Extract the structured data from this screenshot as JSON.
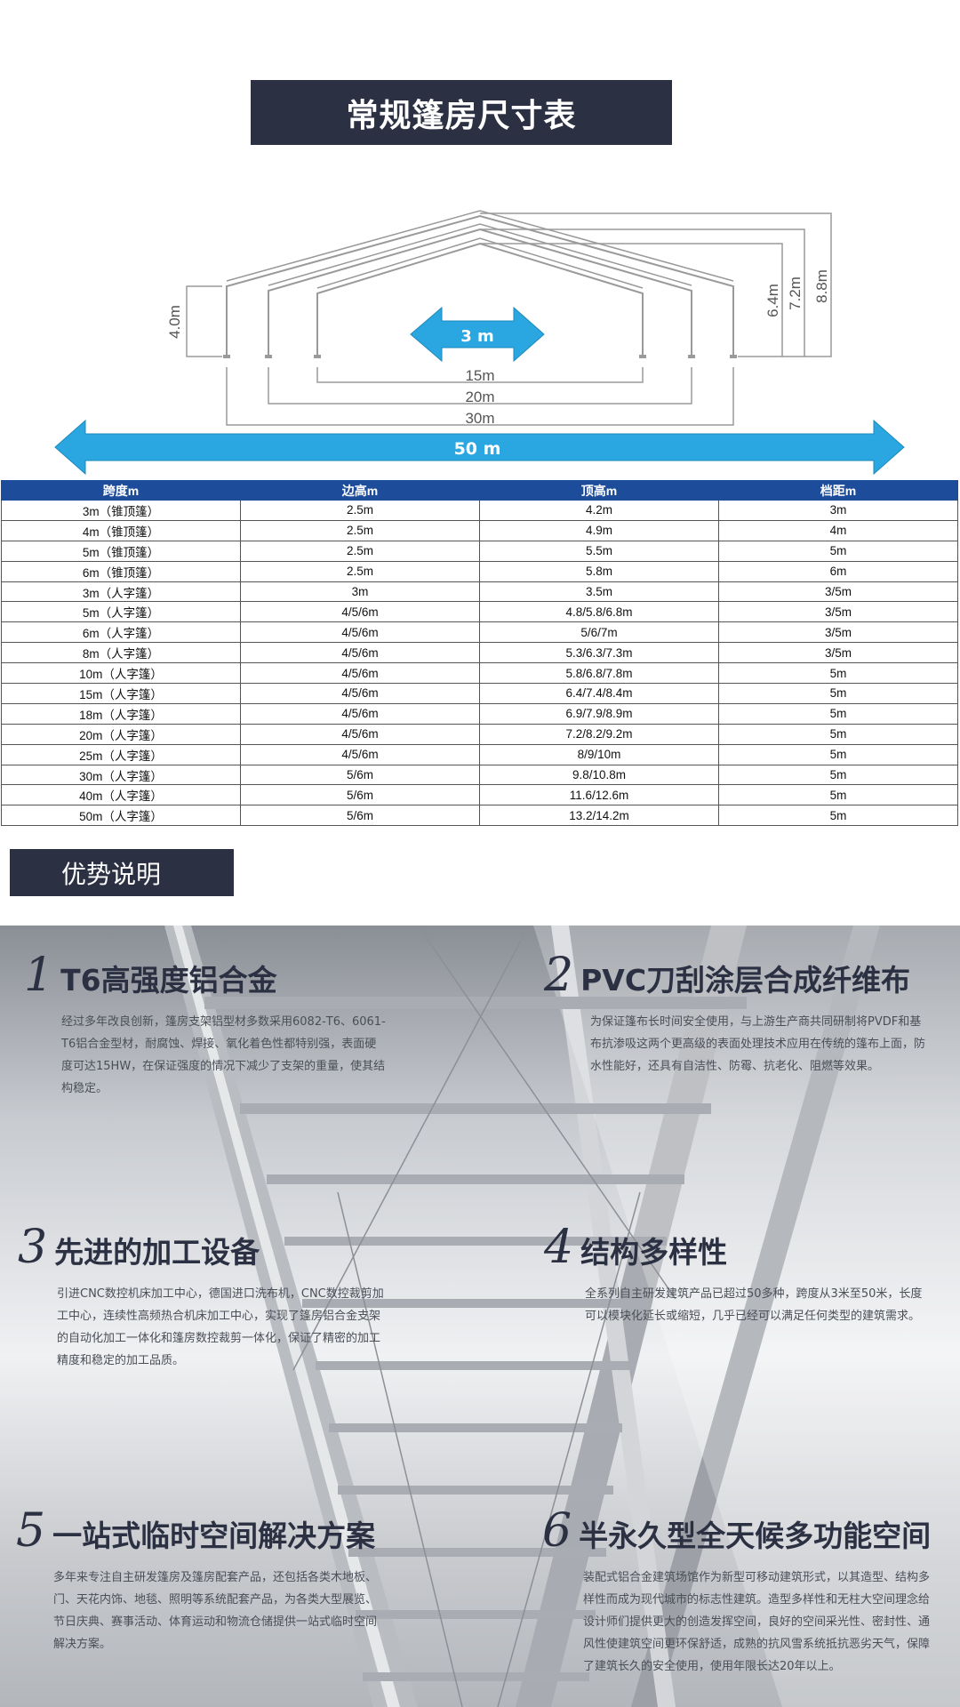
{
  "title": "常规篷房尺寸表",
  "diagram": {
    "arrow_small": "3 m",
    "arrow_big": "50 m",
    "span_labels": [
      "15m",
      "20m",
      "30m"
    ],
    "side_height": "4.0m",
    "heights": [
      "6.4m",
      "7.2m",
      "8.8m"
    ],
    "arrow_color": "#2aa7e0"
  },
  "table": {
    "headers": [
      "跨度m",
      "边高m",
      "顶高m",
      "档距m"
    ],
    "rows": [
      [
        "3m（锥顶篷）",
        "2.5m",
        "4.2m",
        "3m"
      ],
      [
        "4m（锥顶篷）",
        "2.5m",
        "4.9m",
        "4m"
      ],
      [
        "5m（锥顶篷）",
        "2.5m",
        "5.5m",
        "5m"
      ],
      [
        "6m（锥顶篷）",
        "2.5m",
        "5.8m",
        "6m"
      ],
      [
        "3m（人字篷）",
        "3m",
        "3.5m",
        "3/5m"
      ],
      [
        "5m（人字篷）",
        "4/5/6m",
        "4.8/5.8/6.8m",
        "3/5m"
      ],
      [
        "6m（人字篷）",
        "4/5/6m",
        "5/6/7m",
        "3/5m"
      ],
      [
        "8m（人字篷）",
        "4/5/6m",
        "5.3/6.3/7.3m",
        "3/5m"
      ],
      [
        "10m（人字篷）",
        "4/5/6m",
        "5.8/6.8/7.8m",
        "5m"
      ],
      [
        "15m（人字篷）",
        "4/5/6m",
        "6.4/7.4/8.4m",
        "5m"
      ],
      [
        "18m（人字篷）",
        "4/5/6m",
        "6.9/7.9/8.9m",
        "5m"
      ],
      [
        "20m（人字篷）",
        "4/5/6m",
        "7.2/8.2/9.2m",
        "5m"
      ],
      [
        "25m（人字篷）",
        "4/5/6m",
        "8/9/10m",
        "5m"
      ],
      [
        "30m（人字篷）",
        "5/6m",
        "9.8/10.8m",
        "5m"
      ],
      [
        "40m（人字篷）",
        "5/6m",
        "11.6/12.6m",
        "5m"
      ],
      [
        "50m（人字篷）",
        "5/6m",
        "13.2/14.2m",
        "5m"
      ]
    ],
    "header_color": "#1d4d9a"
  },
  "section_title": "优势说明",
  "features": [
    {
      "num": "1",
      "title": "T6高强度铝合金",
      "desc": "经过多年改良创新，篷房支架铝型材多数采用6082-T6、6061-T6铝合金型材，耐腐蚀、焊接、氧化着色性都特别强，表面硬度可达15HW，在保证强度的情况下减少了支架的重量，使其结构稳定。"
    },
    {
      "num": "2",
      "title": "PVC刀刮涂层合成纤维布",
      "desc": "为保证篷布长时间安全使用，与上游生产商共同研制将PVDF和基布抗渗吸这两个更高级的表面处理技术应用在传统的篷布上面，防水性能好，还具有自洁性、防霉、抗老化、阻燃等效果。"
    },
    {
      "num": "3",
      "title": "先进的加工设备",
      "desc": "引进CNC数控机床加工中心，德国进口洗布机，CNC数控裁剪加工中心，连续性高频热合机床加工中心，实现了篷房铝合金支架的自动化加工一体化和篷房数控裁剪一体化，保证了精密的加工精度和稳定的加工品质。"
    },
    {
      "num": "4",
      "title": "结构多样性",
      "desc": "全系列自主研发建筑产品已超过50多种，跨度从3米至50米，长度可以模块化延长或缩短，几乎已经可以满足任何类型的建筑需求。"
    },
    {
      "num": "5",
      "title": "一站式临时空间解决方案",
      "desc": "多年来专注自主研发篷房及篷房配套产品，还包括各类木地板、门、天花内饰、地毯、照明等系统配套产品，为各类大型展览、节日庆典、赛事活动、体育运动和物流仓储提供一站式临时空间解决方案。"
    },
    {
      "num": "6",
      "title": "半永久型全天候多功能空间",
      "desc": "装配式铝合金建筑场馆作为新型可移动建筑形式，以其造型、结构多样性而成为现代城市的标志性建筑。造型多样性和无柱大空间理念给设计师们提供更大的创造发挥空间，良好的空间采光性、密封性、通风性使建筑空间更环保舒适，成熟的抗风雪系统抵抗恶劣天气，保障了建筑长久的安全使用，使用年限长达20年以上。"
    }
  ]
}
